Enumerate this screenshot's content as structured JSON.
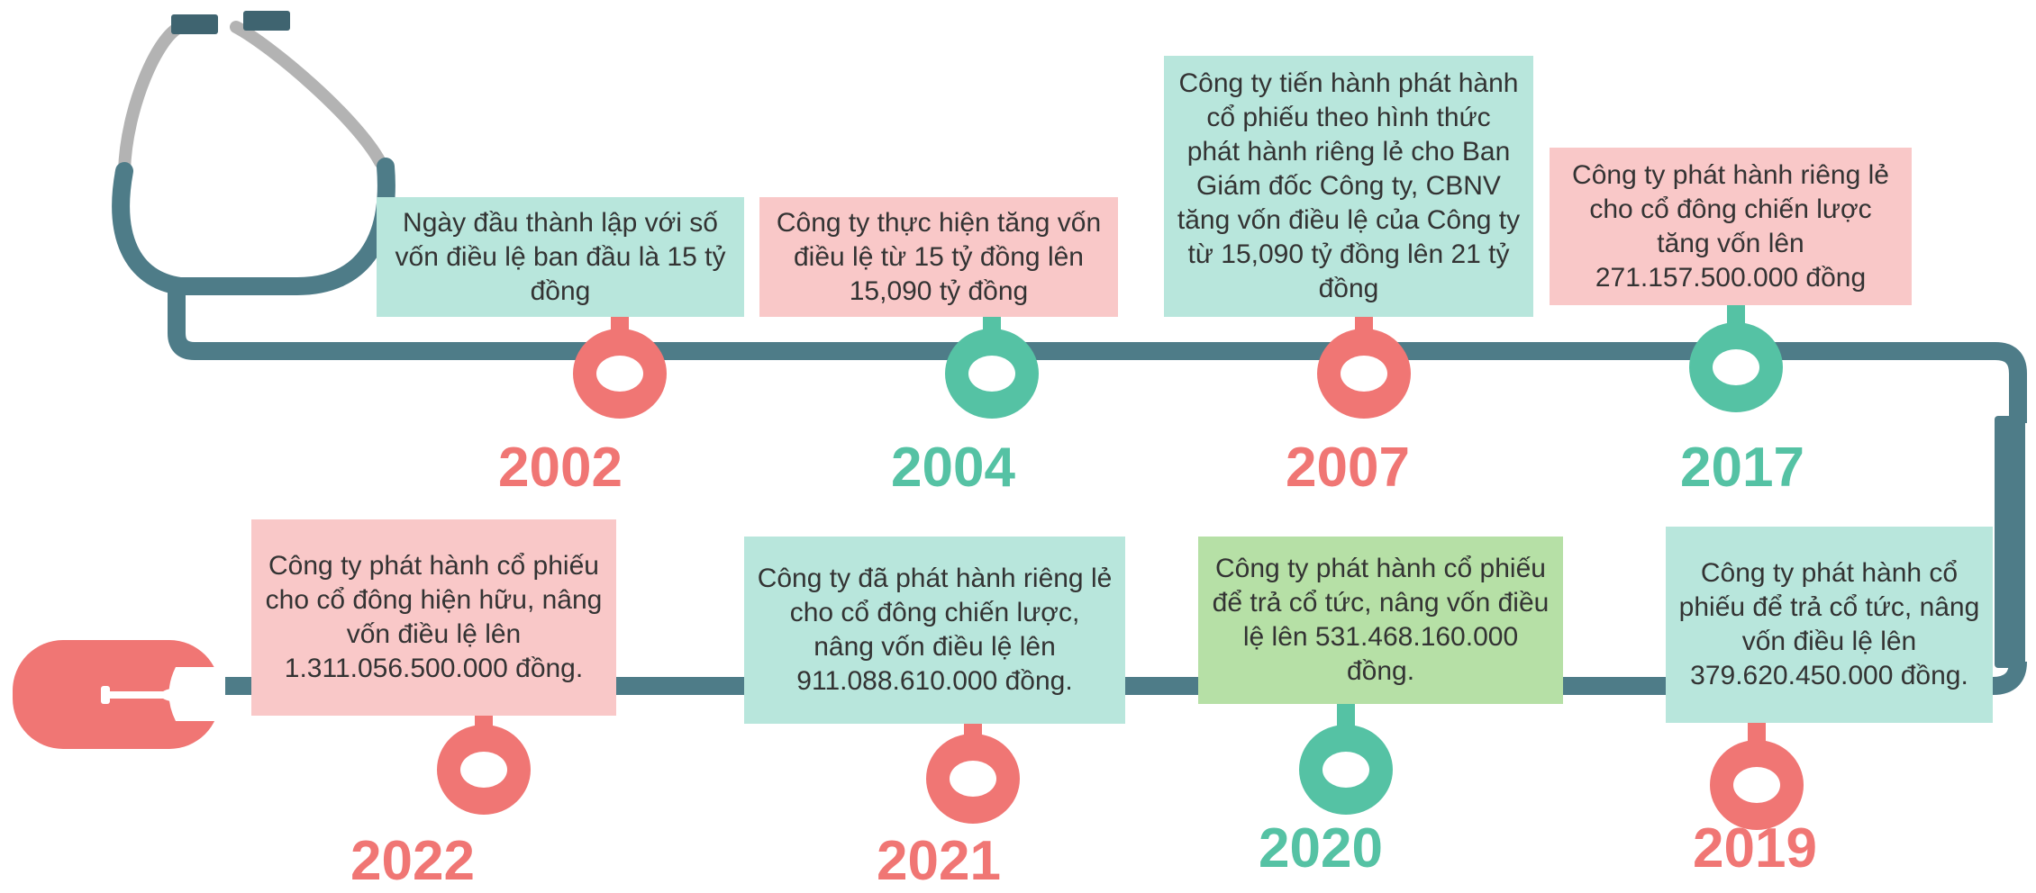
{
  "colors": {
    "track": "#4e7c88",
    "tube": "#b3b3b3",
    "teal": "#55c2a4",
    "red": "#f07674",
    "box_teal": "#b8e6dc",
    "box_pink": "#f9c8c8",
    "box_green": "#b6e0a6"
  },
  "milestones": [
    {
      "year": "2002",
      "text": "Ngày đầu thành lập với số vốn điều lệ ban đầu là 15 tỷ đồng",
      "marker": "red",
      "box": "teal"
    },
    {
      "year": "2004",
      "text": "Công ty thực hiện tăng vốn điều lệ từ 15 tỷ đồng lên 15,090 tỷ đồng",
      "marker": "teal",
      "box": "pink"
    },
    {
      "year": "2007",
      "text": "Công ty tiến hành phát hành cổ phiếu theo hình thức phát hành riêng lẻ cho Ban Giám đốc Công ty, CBNV tăng vốn điều lệ của Công ty từ 15,090 tỷ đồng lên 21 tỷ đồng",
      "marker": "red",
      "box": "teal"
    },
    {
      "year": "2017",
      "text": "Công ty phát hành riêng lẻ cho cổ đông chiến lược tăng vốn lên 271.157.500.000 đồng",
      "marker": "teal",
      "box": "pink"
    },
    {
      "year": "2019",
      "text": "Công ty phát hành cổ phiếu để trả cổ tức, nâng vốn điều lệ lên 379.620.450.000 đồng.",
      "marker": "red",
      "box": "teal"
    },
    {
      "year": "2020",
      "text": "Công ty phát hành cổ phiếu để trả cổ tức, nâng vốn điều lệ lên 531.468.160.000 đồng.",
      "marker": "teal",
      "box": "green"
    },
    {
      "year": "2021",
      "text": "Công ty đã phát hành riêng lẻ cho cổ đông chiến lược, nâng vốn điều lệ lên 911.088.610.000 đồng.",
      "marker": "red",
      "box": "teal"
    },
    {
      "year": "2022",
      "text": "Công ty phát hành cổ phiếu cho cổ đông hiện hữu, nâng vốn điều lệ lên 1.311.056.500.000 đồng.",
      "marker": "red",
      "box": "pink"
    }
  ]
}
